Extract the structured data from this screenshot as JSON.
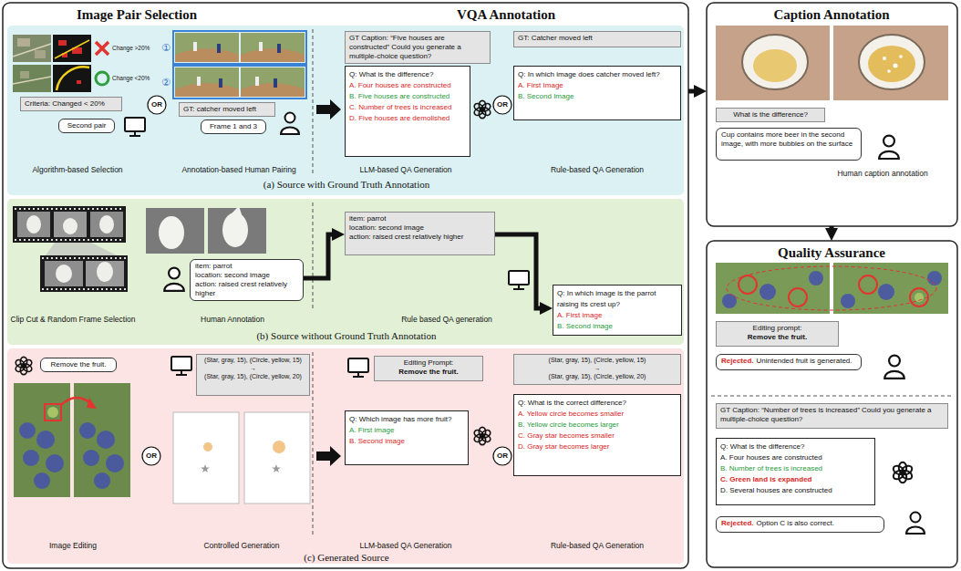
{
  "diagram": {
    "nodes": [
      {
        "text": [
          "Image Pair Selection",
          "VQA Annotation"
        ]
      },
      {
        "text": [
          "(a) Source with Ground Truth Annotation"
        ],
        "in": 0
      },
      {
        "text": [
          "Criteria: Changed < 20%"
        ],
        "in": 1
      },
      {
        "text": [
          "Second pair"
        ],
        "in": 1
      },
      {
        "text": [
          "GT: catcher moved left"
        ],
        "in": 1
      },
      {
        "text": [
          "Frame 1 and 3"
        ],
        "in": 1
      },
      {
        "text": [
          "GT Caption: “Five houses are constructed” Could you generate a multiple-choice question?"
        ],
        "in": 1
      },
      {
        "text": [
          "Q: What is the difference?",
          "A. Four houses are constructed",
          "B. Five houses are constructed",
          "C. Number of trees is increased",
          "D. Five houses are demolished"
        ],
        "in": 1
      },
      {
        "text": [
          "GT: Catcher moved left"
        ],
        "in": 1
      },
      {
        "text": [
          "Q: In which image does catcher moved left?",
          "A. First Image",
          "B. Second Image"
        ],
        "in": 1
      },
      {
        "text": [
          "(b) Source without Ground Truth Annotation"
        ],
        "in": 0
      },
      {
        "text": [
          "item: parrot",
          "location: second image",
          "action: raised crest relatively higher"
        ],
        "in": 10
      },
      {
        "text": [
          "item: parrot",
          "location: second image",
          "action: raised crest relatively higher"
        ],
        "in": 10
      },
      {
        "text": [
          "Q: In which image is the parrot raising its crest up?",
          "A. First image",
          "B. Second image"
        ],
        "in": 10
      },
      {
        "text": [
          "(c) Generated Source"
        ],
        "in": 0
      },
      {
        "text": [
          "Remove the fruit."
        ],
        "in": 14
      },
      {
        "text": [
          "(Star, gray, 15), (Circle, yellow, 15)",
          "→",
          "(Star, gray, 15), (Circle, yellow, 20)"
        ],
        "in": 14
      },
      {
        "text": [
          "Editing Prompt:",
          "Remove the fruit."
        ],
        "in": 14
      },
      {
        "text": [
          "Q: Which image has more fruit?",
          "A. First image",
          "B. Second image"
        ],
        "in": 14
      },
      {
        "text": [
          "(Star, gray, 15), (Circle, yellow, 15)",
          "→",
          "(Star, gray, 15), (Circle, yellow, 20)"
        ],
        "in": 14
      },
      {
        "text": [
          "Q: What is the correct difference?",
          "A. Yellow circle becomes smaller",
          "B. Yellow circle becomes larger",
          "C. Gray star becomes smaller",
          "D. Gray star becomes larger"
        ],
        "in": 14
      },
      {
        "text": [
          "Caption Annotation"
        ]
      },
      {
        "text": [
          "What is the difference?"
        ],
        "in": 21
      },
      {
        "text": [
          "Cup contains more beer in the second image, with more bubbles on the surface"
        ],
        "in": 21
      },
      {
        "text": [
          "Quality Assurance"
        ]
      },
      {
        "text": [
          "Editing prompt:",
          "Remove the fruit."
        ],
        "in": 24
      },
      {
        "text": [
          "Rejected.",
          "Unintended fruit is generated."
        ],
        "in": 24
      },
      {
        "text": [
          "GT Caption: “Number of trees is increased” Could you generate a multiple-choice question?"
        ],
        "in": 24
      },
      {
        "text": [
          "Q: What is the difference?",
          "A. Four houses are constructed",
          "B. Number of trees is increased",
          "C. Green land is expanded",
          "D. Several houses are constructed"
        ],
        "in": 24
      },
      {
        "text": [
          "Rejected.",
          "Option C is also correct."
        ],
        "in": 24
      }
    ],
    "edges": [
      {
        "from": 0,
        "to": 21,
        "arrow": "to"
      },
      {
        "from": 21,
        "to": 24,
        "arrow": "to"
      },
      {
        "from": 11,
        "to": 12,
        "arrow": "to"
      },
      {
        "from": 12,
        "to": 13,
        "arrow": "to"
      }
    ],
    "labels": [
      "Change >20%",
      "Change <20%",
      "OR",
      "①",
      "②",
      "Algorithm-based Selection",
      "Annotation-based Human Pairing",
      "LLM-based QA Generation",
      "OR",
      "Rule-based QA Generation",
      "Clip Cut & Random Frame Selection",
      "Human Annotation",
      "Rule based QA generation",
      "Image Editing",
      "OR",
      "Controlled Generation",
      "LLM-based QA Generation",
      "OR",
      "Rule-based QA Generation",
      "Human caption annotation"
    ]
  }
}
